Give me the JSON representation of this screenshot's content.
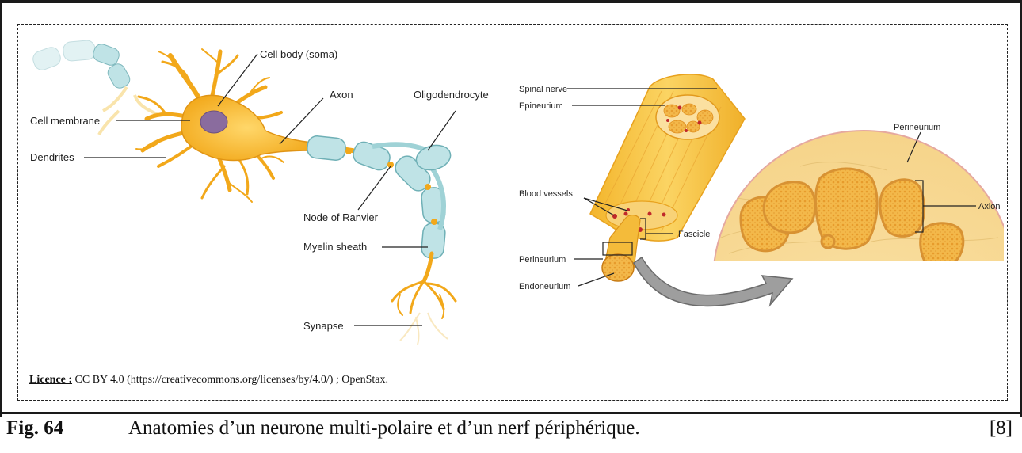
{
  "figure": {
    "neuron_labels": {
      "cell_body": "Cell body (soma)",
      "cell_membrane": "Cell membrane",
      "dendrites": "Dendrites",
      "axon": "Axon",
      "oligodendrocyte": "Oligodendrocyte",
      "node_of_ranvier": "Node of Ranvier",
      "myelin_sheath": "Myelin sheath",
      "synapse": "Synapse"
    },
    "nerve_labels": {
      "spinal_nerve": "Spinal nerve",
      "epineurium": "Epineurium",
      "blood_vessels": "Blood vessels",
      "fascicle": "Fascicle",
      "perineurium": "Perineurium",
      "endoneurium": "Endoneurium",
      "perineurium_detail": "Perineurium",
      "axon_detail": "Axion"
    },
    "colors": {
      "neuron": "#f5b324",
      "nucleus": "#8a6c9e",
      "myelin": "#bfe3e6",
      "nerve": "#f7c648",
      "vessel": "#c0282a",
      "arrow": "#9e9e9e"
    }
  },
  "licence": {
    "label": "Licence :",
    "text": " CC BY 4.0 (https://creativecommons.org/licenses/by/4.0/) ; OpenStax."
  },
  "caption": {
    "number": "Fig. 64",
    "text": "Anatomies d’un neurone multi-polaire et d’un nerf périphérique.",
    "ref": "[8]"
  }
}
